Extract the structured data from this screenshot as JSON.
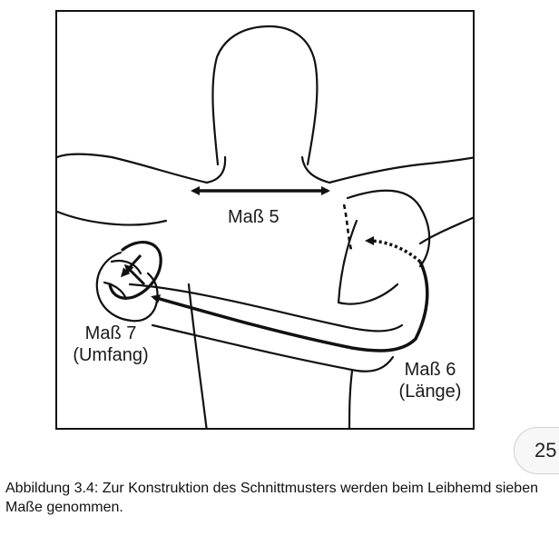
{
  "figure": {
    "labels": {
      "mass5": "Maß 5",
      "mass7_line1": "Maß 7",
      "mass7_line2": "(Umfang)",
      "mass6_line1": "Maß 6",
      "mass6_line2": "(Länge)"
    },
    "colors": {
      "ink": "#111111",
      "tab_border": "#cfcfcf"
    }
  },
  "page": {
    "number": "25"
  },
  "caption": {
    "text": "Abbildung 3.4: Zur Konstruktion des Schnittmusters werden beim Leibhemd sieben Maße genommen."
  }
}
